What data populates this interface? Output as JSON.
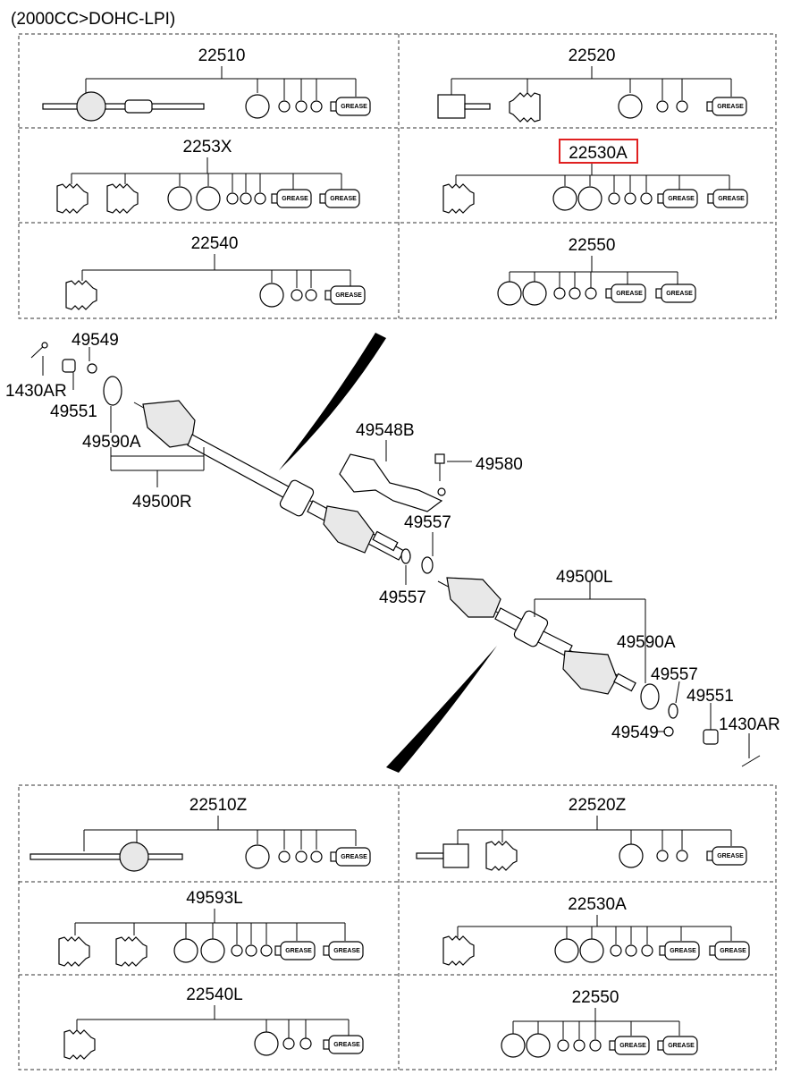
{
  "header": {
    "engine_label": "(2000CC>DOHC-LPI)"
  },
  "top_boxes": [
    {
      "id": "22510",
      "label": "22510"
    },
    {
      "id": "22520",
      "label": "22520"
    },
    {
      "id": "2253X",
      "label": "2253X"
    },
    {
      "id": "22530A",
      "label": "22530A",
      "highlighted": true
    },
    {
      "id": "22540",
      "label": "22540"
    },
    {
      "id": "22550",
      "label": "22550"
    }
  ],
  "bottom_boxes": [
    {
      "id": "22510Z",
      "label": "22510Z"
    },
    {
      "id": "22520Z",
      "label": "22520Z"
    },
    {
      "id": "49593L",
      "label": "49593L"
    },
    {
      "id": "22530A_b",
      "label": "22530A"
    },
    {
      "id": "22540L",
      "label": "22540L"
    },
    {
      "id": "22550_b",
      "label": "22550"
    }
  ],
  "callouts": {
    "c49549_a": "49549",
    "c1430AR_a": "1430AR",
    "c49551_a": "49551",
    "c49590A_a": "49590A",
    "c49500R": "49500R",
    "c49548B": "49548B",
    "c49580": "49580",
    "c49557_a": "49557",
    "c49557_b": "49557",
    "c49500L": "49500L",
    "c49590A_b": "49590A",
    "c49557_c": "49557",
    "c49551_b": "49551",
    "c49549_b": "49549",
    "c1430AR_b": "1430AR"
  },
  "grease_label": "GREASE",
  "colors": {
    "highlight": "#e02020",
    "lines": "#000000",
    "dashed_border": "#333333"
  }
}
